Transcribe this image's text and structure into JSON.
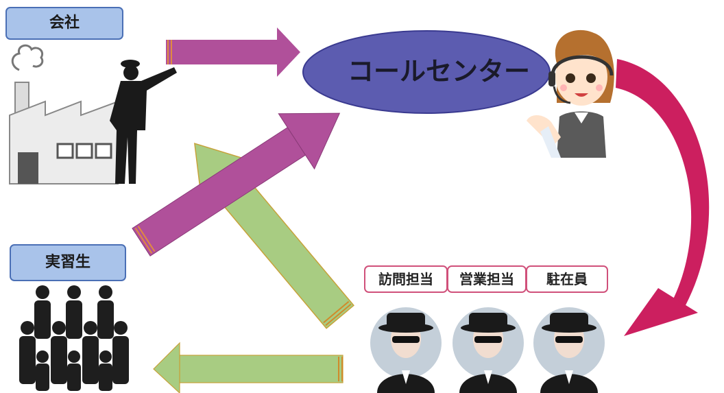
{
  "nodes": {
    "company": "会社",
    "trainees": "実習生",
    "call_center": "コールセンター",
    "roles": [
      "訪問担当",
      "営業担当",
      "駐在員"
    ]
  },
  "colors": {
    "label_fill": "#a9c3ea",
    "label_border": "#4a6fb5",
    "ellipse_fill": "#5c5cb0",
    "purple_arrow": "#b0509a",
    "green_arrow": "#a8cc82",
    "crimson_arrow": "#cc1f5f",
    "role_border": "#d0507a"
  },
  "icons": [
    "factory-icon",
    "pointing-man-icon",
    "operator-icon",
    "crowd-icon",
    "agent-icon"
  ]
}
